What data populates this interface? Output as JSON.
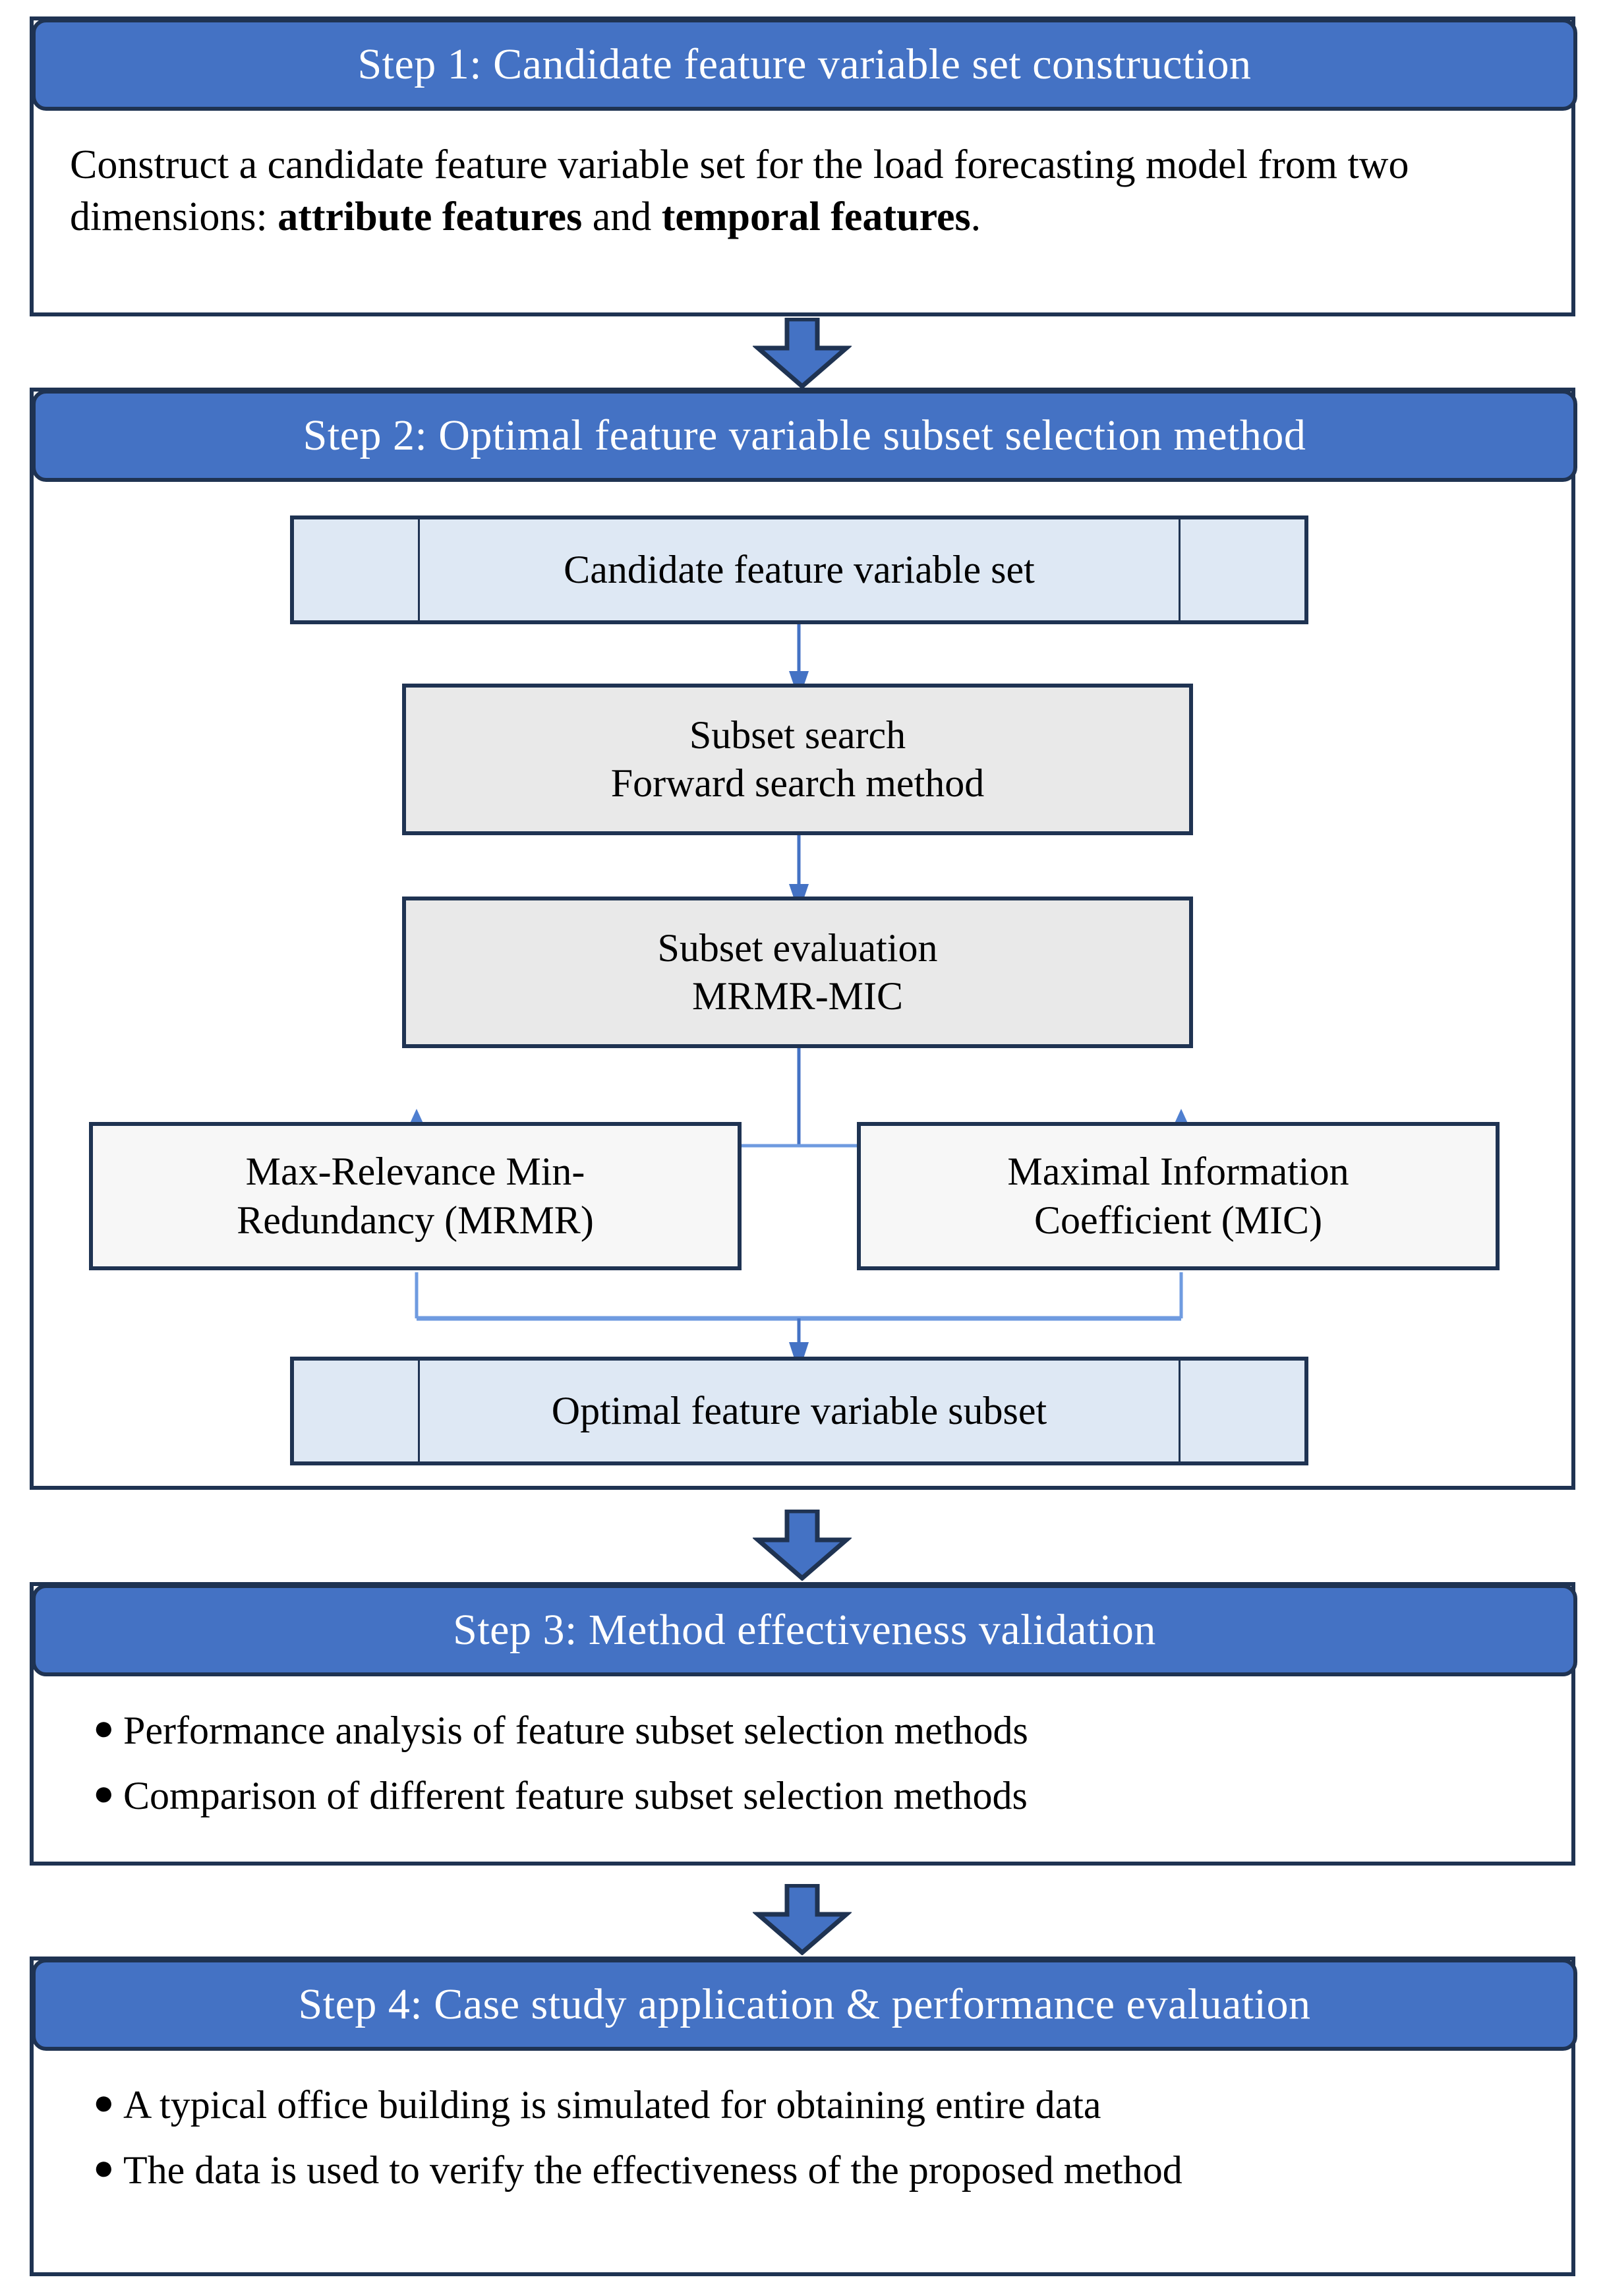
{
  "colors": {
    "header_blue": "#4472C4",
    "border_navy": "#1F3352",
    "node_light_blue": "#DEE8F4",
    "node_gray": "#E9E9E9",
    "node_white": "#F7F7F7",
    "connector_blue": "#4472C4",
    "text_black": "#000000",
    "header_text": "#FFFFFF"
  },
  "step1": {
    "title": "Step 1: Candidate feature variable set construction",
    "body_part1": "Construct a candidate feature variable set for the load forecasting model from two dimensions: ",
    "body_bold1": "attribute features",
    "body_part2": " and ",
    "body_bold2": "temporal features",
    "body_part3": "."
  },
  "step2": {
    "title": "Step 2: Optimal feature variable subset selection method",
    "nodes": {
      "candidate": "Candidate feature variable set",
      "search_line1": "Subset search",
      "search_line2": "Forward search method",
      "eval_line1": "Subset evaluation",
      "eval_line2": "MRMR-MIC",
      "mrmr_line1": "Max-Relevance Min-",
      "mrmr_line2": "Redundancy (MRMR)",
      "mic_line1": "Maximal Information",
      "mic_line2": "Coefficient (MIC)",
      "optimal": "Optimal feature variable subset"
    }
  },
  "step3": {
    "title": "Step 3: Method effectiveness validation",
    "bullets": [
      "Performance analysis of feature subset selection methods",
      "Comparison of different feature subset selection methods"
    ],
    "bullet_glyph": "●"
  },
  "step4": {
    "title": "Step 4: Case study application & performance evaluation",
    "bullets": [
      "A typical office building is simulated for obtaining entire data",
      "The data is used to verify the effectiveness of the proposed method"
    ],
    "bullet_glyph": "●"
  },
  "arrows": {
    "between_1_2": "down-block-arrow",
    "between_2_3": "down-block-arrow",
    "between_3_4": "down-block-arrow"
  }
}
